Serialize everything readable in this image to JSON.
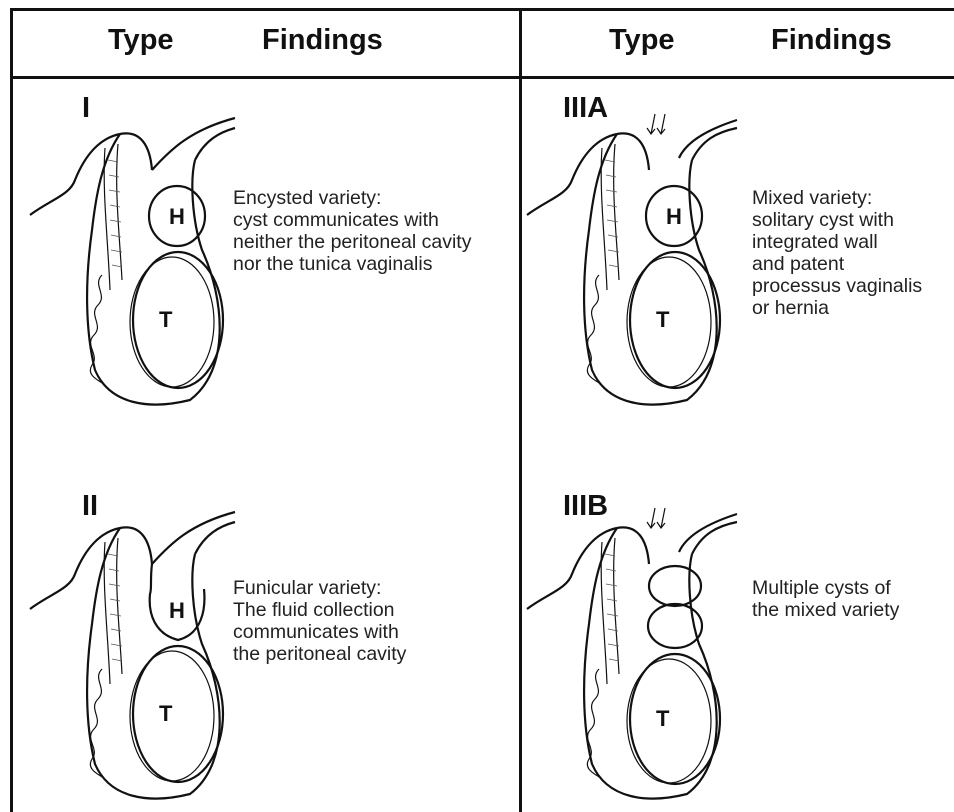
{
  "header": {
    "left_type": "Type",
    "left_findings": "Findings",
    "right_type": "Type",
    "right_findings": "Findings"
  },
  "panels": [
    {
      "type": "I",
      "lines": [
        "Encysted variety:",
        "cyst communicates with",
        "neither the peritoneal cavity",
        "nor the tunica vaginalis"
      ],
      "labels": [
        "H",
        "T"
      ]
    },
    {
      "type": "IIIA",
      "lines": [
        "Mixed variety:",
        "solitary cyst with",
        "integrated wall",
        "and patent",
        "processus vaginalis",
        "or hernia"
      ],
      "labels": [
        "H",
        "T"
      ]
    },
    {
      "type": "II",
      "lines": [
        "Funicular variety:",
        "The fluid collection",
        "communicates with",
        "the peritoneal cavity"
      ],
      "labels": [
        "H",
        "T"
      ]
    },
    {
      "type": "IIIB",
      "lines": [
        "Multiple cysts of",
        "the mixed variety"
      ],
      "labels": [
        "T"
      ]
    }
  ]
}
